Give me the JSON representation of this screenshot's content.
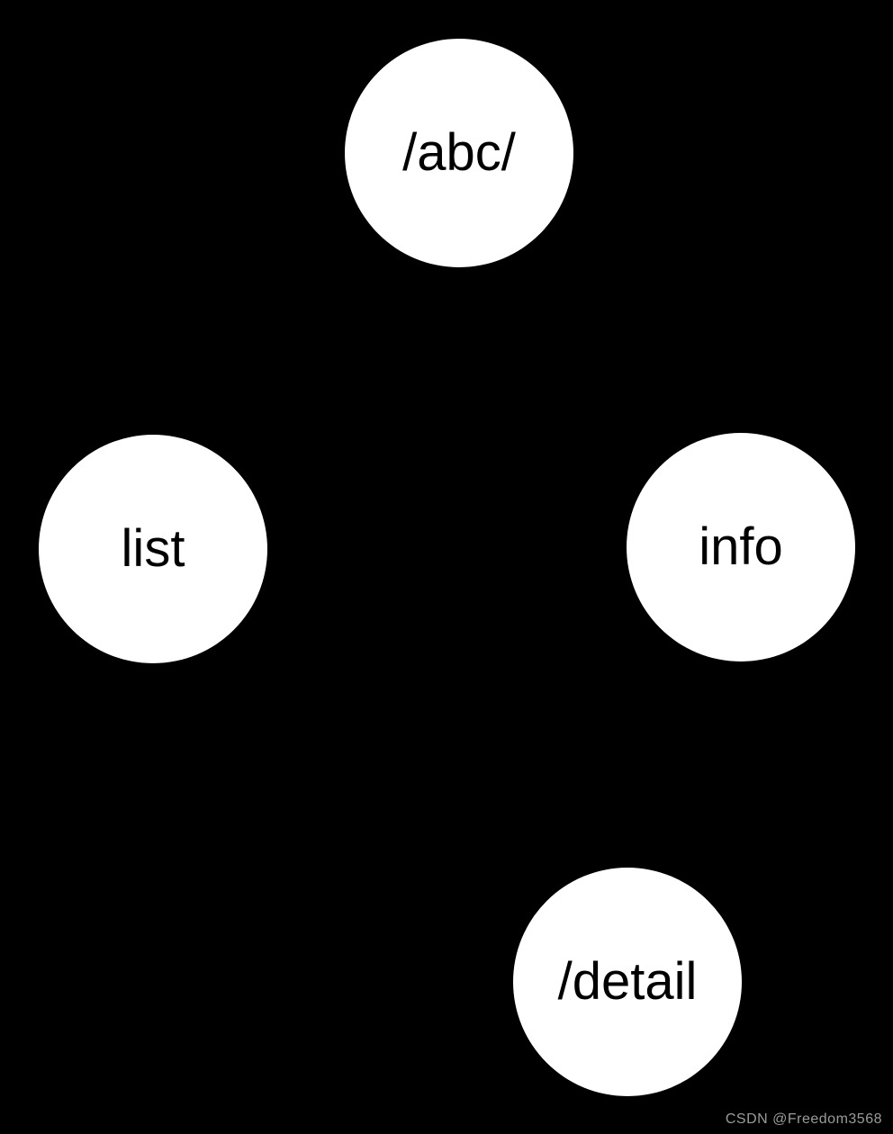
{
  "diagram": {
    "background_color": "#000000",
    "node_fill_color": "#ffffff",
    "node_text_color": "#000000",
    "nodes": [
      {
        "id": "abc",
        "label": "/abc/"
      },
      {
        "id": "list",
        "label": "list"
      },
      {
        "id": "info",
        "label": "info"
      },
      {
        "id": "detail",
        "label": "/detail"
      }
    ],
    "edges": []
  },
  "watermark": {
    "text": "CSDN @Freedom3568",
    "color": "#9b9b9b"
  }
}
